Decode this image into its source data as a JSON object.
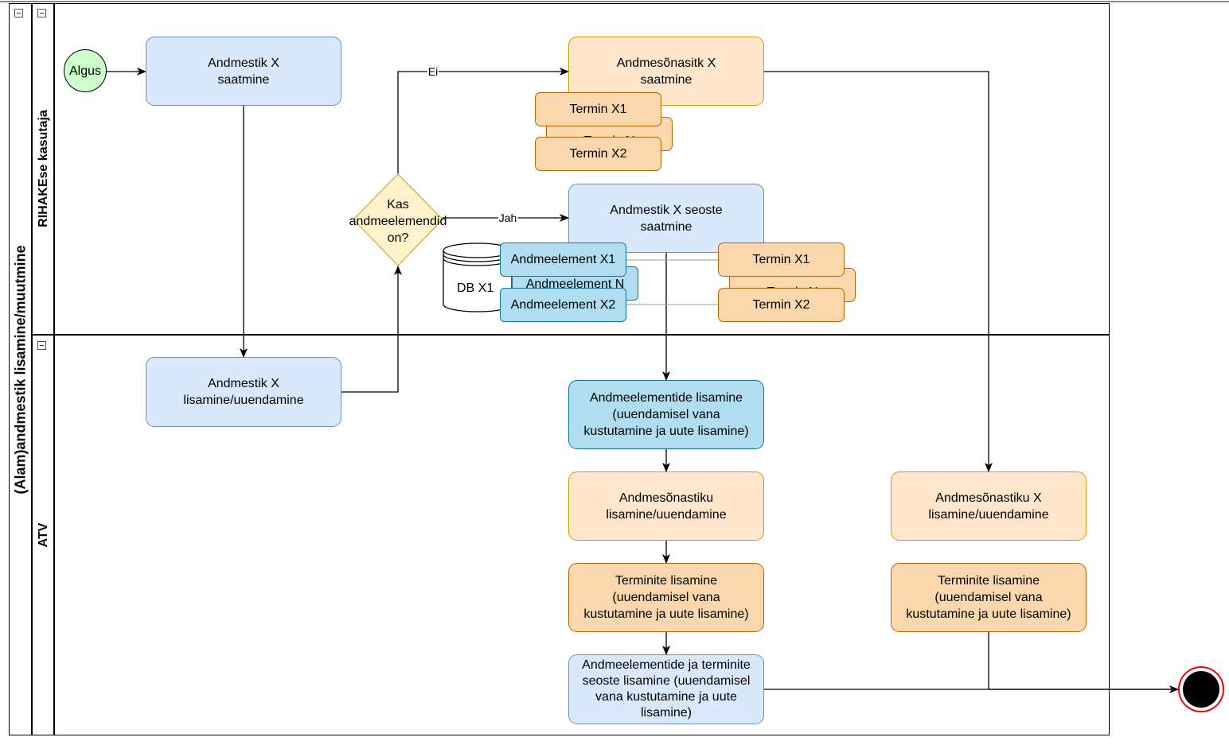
{
  "pool": {
    "title": "(Alam)andmestik lisamine/muutmine"
  },
  "lanes": [
    {
      "id": "user",
      "label": "RIHAKEse kasutaja"
    },
    {
      "id": "atv",
      "label": "ATV"
    }
  ],
  "nodes": {
    "start": "Algus",
    "send_dataset": "Andmestik X\nsaatmine",
    "add_update_dataset": "Andmestik X\nlisamine/uuendamine",
    "gateway": "Kas\nandmeelemendid\non?",
    "send_glossary": "Andmesõnasitk X\nsaatmine",
    "send_relations": "Andmestik X seoste\nsaatmine",
    "add_elements": "Andmeelementide lisamine\n(uuendamisel vana\nkustutamine ja uute lisamine)",
    "add_glossary_a": "Andmesõnastiku\nlisamine/uuendamine",
    "add_terms_a": "Terminite lisamine\n(uuendamisel vana\nkustutamine ja uute lisamine)",
    "add_relations": "Andmeelementide ja terminite\nseoste lisamine (uuendamisel\nvana kustutamine ja uute\nlisamine)",
    "add_glossary_b": "Andmesõnastiku X\nlisamine/uuendamine",
    "add_terms_b": "Terminite lisamine\n(uuendamisel vana\nkustutamine ja uute lisamine)"
  },
  "edge_labels": {
    "no": "Ei",
    "yes": "Jah"
  },
  "terms_top": [
    "Termin X1",
    "Termin N",
    "Termin X2"
  ],
  "terms_right": [
    "Termin X1",
    "Termin N",
    "Termin X2"
  ],
  "elements": [
    "Andmeelement X1",
    "Andmeelement N",
    "Andmeelement X2"
  ],
  "database": "DB X1",
  "colors": {
    "blue_fill": "#dae8fc",
    "blue_stroke": "#6c8ebf",
    "peach_fill": "#ffe6cc",
    "peach_stroke": "#d79b00",
    "orange_fill": "#fad7ac",
    "orange_stroke": "#b46504",
    "cyan_fill": "#b1ddf0",
    "cyan_stroke": "#10739e",
    "start_fill": "#ccffcc",
    "end_stroke": "#ff0000",
    "gateway_fill": "#fff2cc",
    "gateway_stroke": "#d6b656"
  }
}
